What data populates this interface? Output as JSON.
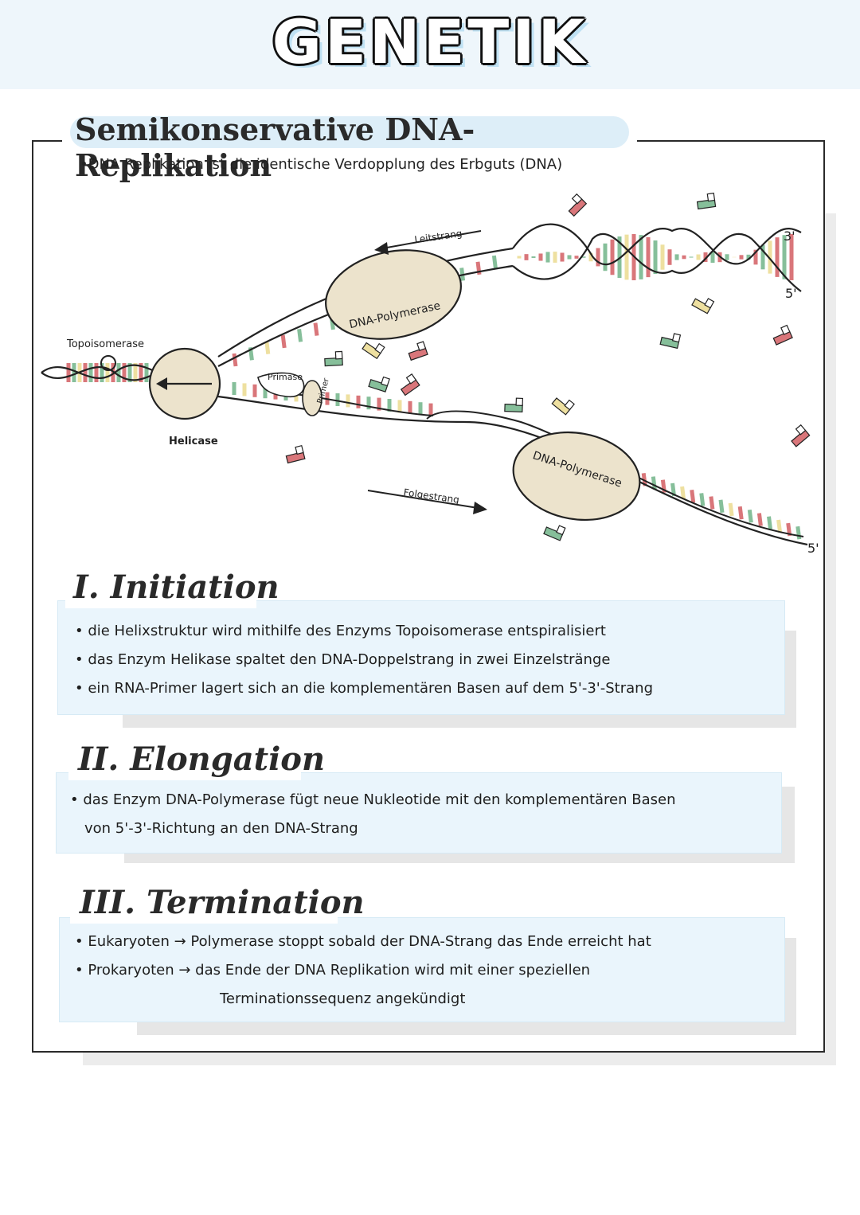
{
  "page_title": "GENETIK",
  "section": {
    "heading": "Semikonservative DNA-Replikation",
    "intro": "•DNA Replikation ist die identische Verdopplung des Erbguts (DNA)"
  },
  "diagram": {
    "labels": {
      "topoisomerase": "Topoisomerase",
      "helicase": "Helicase",
      "primase": "Primase",
      "primer": "Primer",
      "polymerase_top": "DNA-Polymerase",
      "polymerase_bottom": "DNA-Polymerase",
      "leitstrang": "Leitstrang",
      "folgestrang": "Folgestrang",
      "end_3": "3'",
      "end_5_top": "5'",
      "end_5_bottom": "5'"
    },
    "colors": {
      "red": "#d9767a",
      "green": "#86bf9a",
      "yellow": "#eee0a0",
      "enzyme": "#ece3cc"
    }
  },
  "stages": [
    {
      "title": "I. Initiation",
      "lines": [
        "• die Helixstruktur wird mithilfe des Enzyms Topoisomerase entspiralisiert",
        "• das Enzym Helikase spaltet den DNA-Doppelstrang in zwei Einzelstränge",
        "• ein RNA-Primer lagert sich an die komplementären Basen auf dem 5'-3'-Strang"
      ]
    },
    {
      "title": "II. Elongation",
      "lines": [
        "• das Enzym DNA-Polymerase fügt neue Nukleotide mit den komplementären Basen",
        "von 5'-3'-Richtung an den DNA-Strang"
      ]
    },
    {
      "title": "III. Termination",
      "lines": [
        "• Eukaryoten → Polymerase stoppt sobald der DNA-Strang das Ende erreicht hat",
        "• Prokaryoten → das Ende der DNA Replikation wird mit einer speziellen",
        "Terminationssequenz angekündigt"
      ]
    }
  ]
}
